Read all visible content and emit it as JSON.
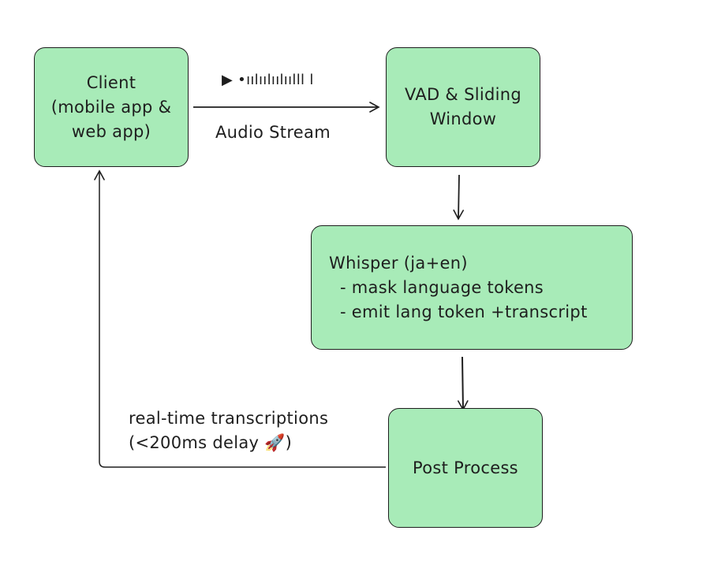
{
  "nodes": {
    "client": {
      "lines": [
        "Client",
        "(mobile app &",
        "web app)"
      ]
    },
    "vad": {
      "lines": [
        "VAD & Sliding",
        "Window"
      ]
    },
    "whisper": {
      "lines": [
        "Whisper (ja+en)",
        "  - mask language tokens",
        "  - emit lang token +transcript"
      ]
    },
    "post": {
      "lines": [
        "Post Process"
      ]
    }
  },
  "edges": {
    "audio_stream": {
      "label": "Audio Stream",
      "waveform_glyph": "▶ •ıılıılıılıılll l"
    },
    "feedback": {
      "label_lines": [
        "real-time transcriptions",
        "(<200ms delay 🚀)"
      ]
    }
  },
  "colors": {
    "node_fill": "#a8ebb8",
    "stroke": "#1e1e1e"
  }
}
